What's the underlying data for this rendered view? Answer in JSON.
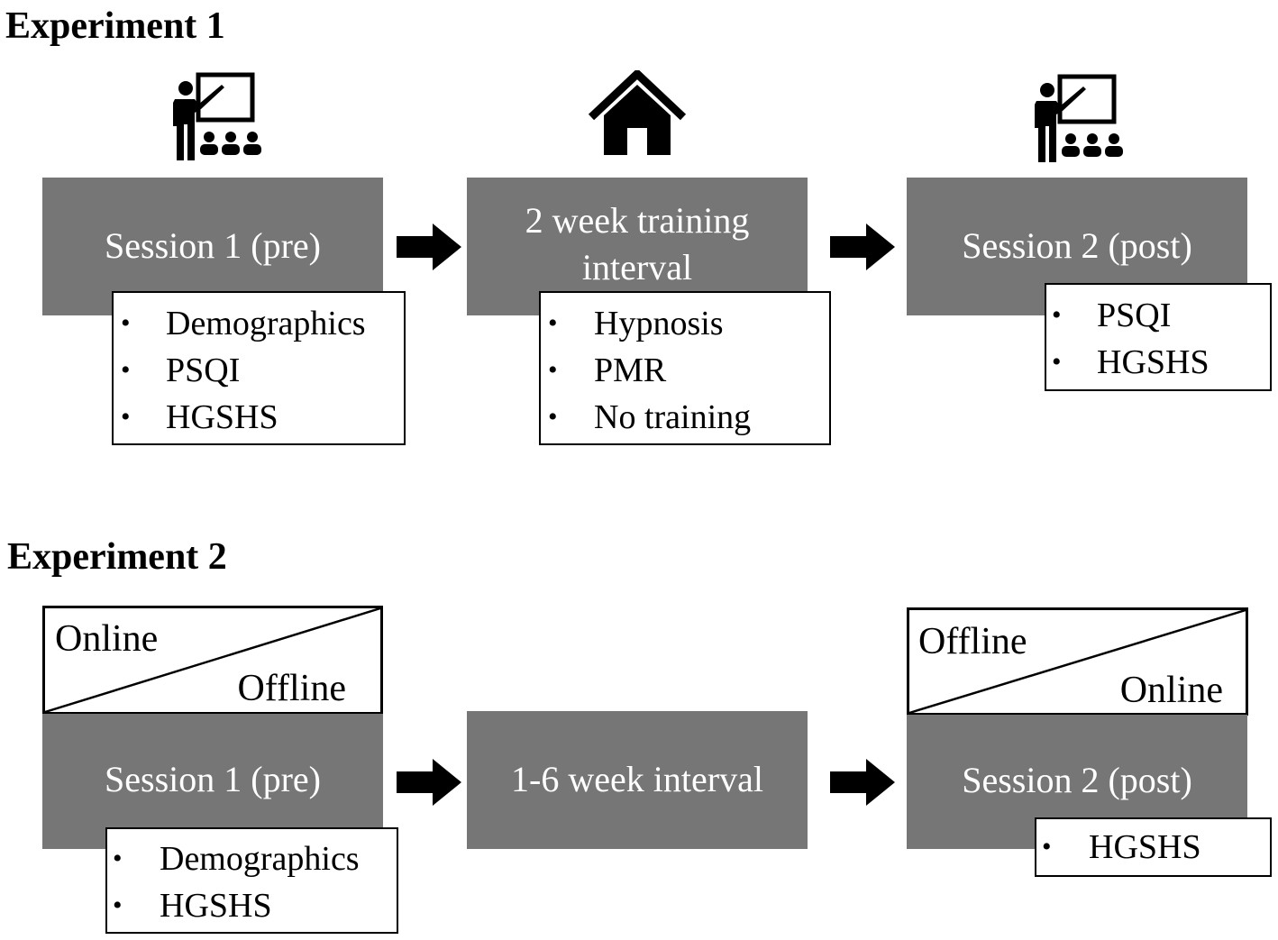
{
  "experiment1": {
    "heading": "Experiment 1",
    "icons": [
      "teacher-icon",
      "house-icon",
      "teacher-icon"
    ],
    "stages": [
      {
        "lines": [
          "Session 1 (pre)"
        ]
      },
      {
        "lines": [
          "2 week training",
          "interval"
        ]
      },
      {
        "lines": [
          "Session 2 (post)"
        ]
      }
    ],
    "lists": [
      [
        "Demographics",
        "PSQI",
        "HGSHS"
      ],
      [
        "Hypnosis",
        "PMR",
        "No training"
      ],
      [
        "PSQI",
        "HGSHS"
      ]
    ]
  },
  "experiment2": {
    "heading": "Experiment 2",
    "splits": [
      {
        "top_left": "Online",
        "bottom_right": "Offline"
      },
      {
        "top_left": "Offline",
        "bottom_right": "Online"
      }
    ],
    "stages": [
      {
        "lines": [
          "Session 1 (pre)"
        ]
      },
      {
        "lines": [
          "1-6 week interval"
        ]
      },
      {
        "lines": [
          "Session 2 (post)"
        ]
      }
    ],
    "lists": [
      [
        "Demographics",
        "HGSHS"
      ],
      [
        "HGSHS"
      ]
    ]
  },
  "bullet": "•",
  "colors": {
    "stage_fill": "#767676",
    "stage_text": "#ffffff",
    "outline": "#000000"
  }
}
